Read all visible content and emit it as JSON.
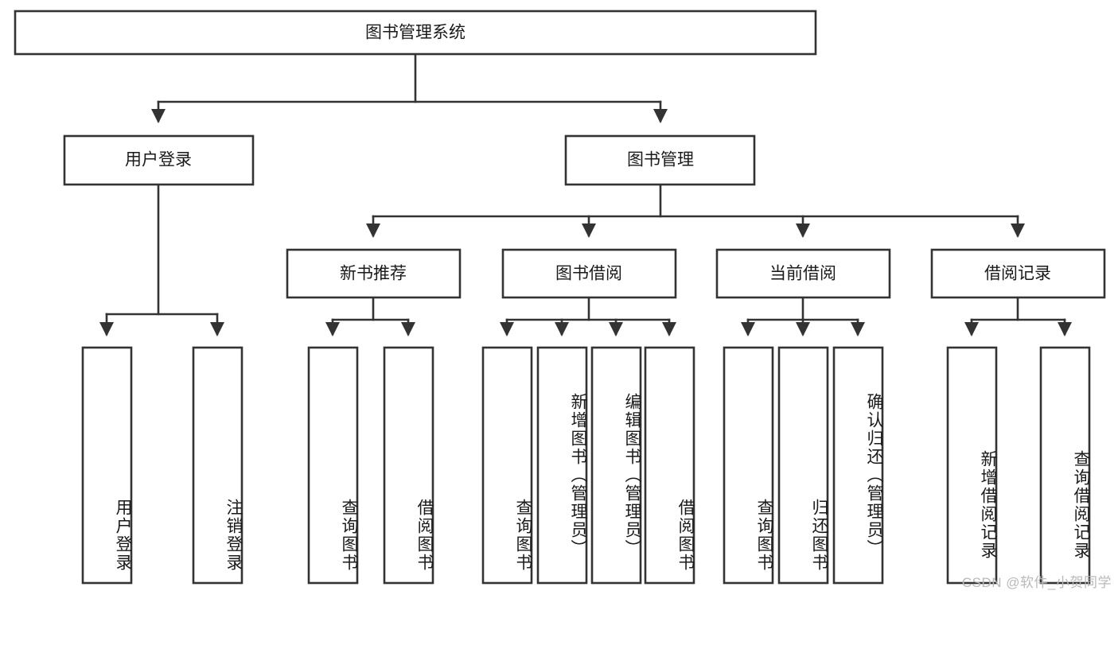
{
  "diagram": {
    "type": "tree-hierarchy-chart",
    "title": "图书管理系统",
    "colors": {
      "background": "#ffffff",
      "stroke": "#333333",
      "text": "#1a1a1a",
      "watermark": "#b9b9b9"
    },
    "root": {
      "id": "root",
      "label": "图书管理系统",
      "orientation": "horizontal"
    },
    "level2": [
      {
        "id": "user-login",
        "label": "用户登录",
        "orientation": "horizontal"
      },
      {
        "id": "book-manage",
        "label": "图书管理",
        "orientation": "horizontal"
      }
    ],
    "level3": [
      {
        "id": "new-book-recommend",
        "label": "新书推荐",
        "orientation": "horizontal",
        "parent": "book-manage"
      },
      {
        "id": "book-borrow",
        "label": "图书借阅",
        "orientation": "horizontal",
        "parent": "book-manage"
      },
      {
        "id": "current-borrow",
        "label": "当前借阅",
        "orientation": "horizontal",
        "parent": "book-manage"
      },
      {
        "id": "borrow-record",
        "label": "借阅记录",
        "orientation": "horizontal",
        "parent": "book-manage"
      }
    ],
    "leaves": [
      {
        "id": "leaf-user-login",
        "label": "用户登录",
        "parent": "user-login",
        "orientation": "vertical"
      },
      {
        "id": "leaf-user-logout",
        "label": "注销登录",
        "parent": "user-login",
        "orientation": "vertical"
      },
      {
        "id": "leaf-query-book-1",
        "label": "查询图书",
        "parent": "new-book-recommend",
        "orientation": "vertical"
      },
      {
        "id": "leaf-borrow-book-1",
        "label": "借阅图书",
        "parent": "new-book-recommend",
        "orientation": "vertical"
      },
      {
        "id": "leaf-query-book-2",
        "label": "查询图书",
        "parent": "book-borrow",
        "orientation": "vertical"
      },
      {
        "id": "leaf-add-book",
        "label": "新增图书（管理员）",
        "parent": "book-borrow",
        "orientation": "vertical"
      },
      {
        "id": "leaf-edit-book",
        "label": "编辑图书（管理员）",
        "parent": "book-borrow",
        "orientation": "vertical"
      },
      {
        "id": "leaf-borrow-book-2",
        "label": "借阅图书",
        "parent": "book-borrow",
        "orientation": "vertical"
      },
      {
        "id": "leaf-query-book-3",
        "label": "查询图书",
        "parent": "current-borrow",
        "orientation": "vertical"
      },
      {
        "id": "leaf-return-book",
        "label": "归还图书",
        "parent": "current-borrow",
        "orientation": "vertical"
      },
      {
        "id": "leaf-confirm-return",
        "label": "确认归还（管理员）",
        "parent": "current-borrow",
        "orientation": "vertical"
      },
      {
        "id": "leaf-add-record",
        "label": "新增借阅记录",
        "parent": "borrow-record",
        "orientation": "vertical"
      },
      {
        "id": "leaf-query-record",
        "label": "查询借阅记录",
        "parent": "borrow-record",
        "orientation": "vertical"
      }
    ],
    "watermark": "CSDN @软件_小贺同学"
  }
}
